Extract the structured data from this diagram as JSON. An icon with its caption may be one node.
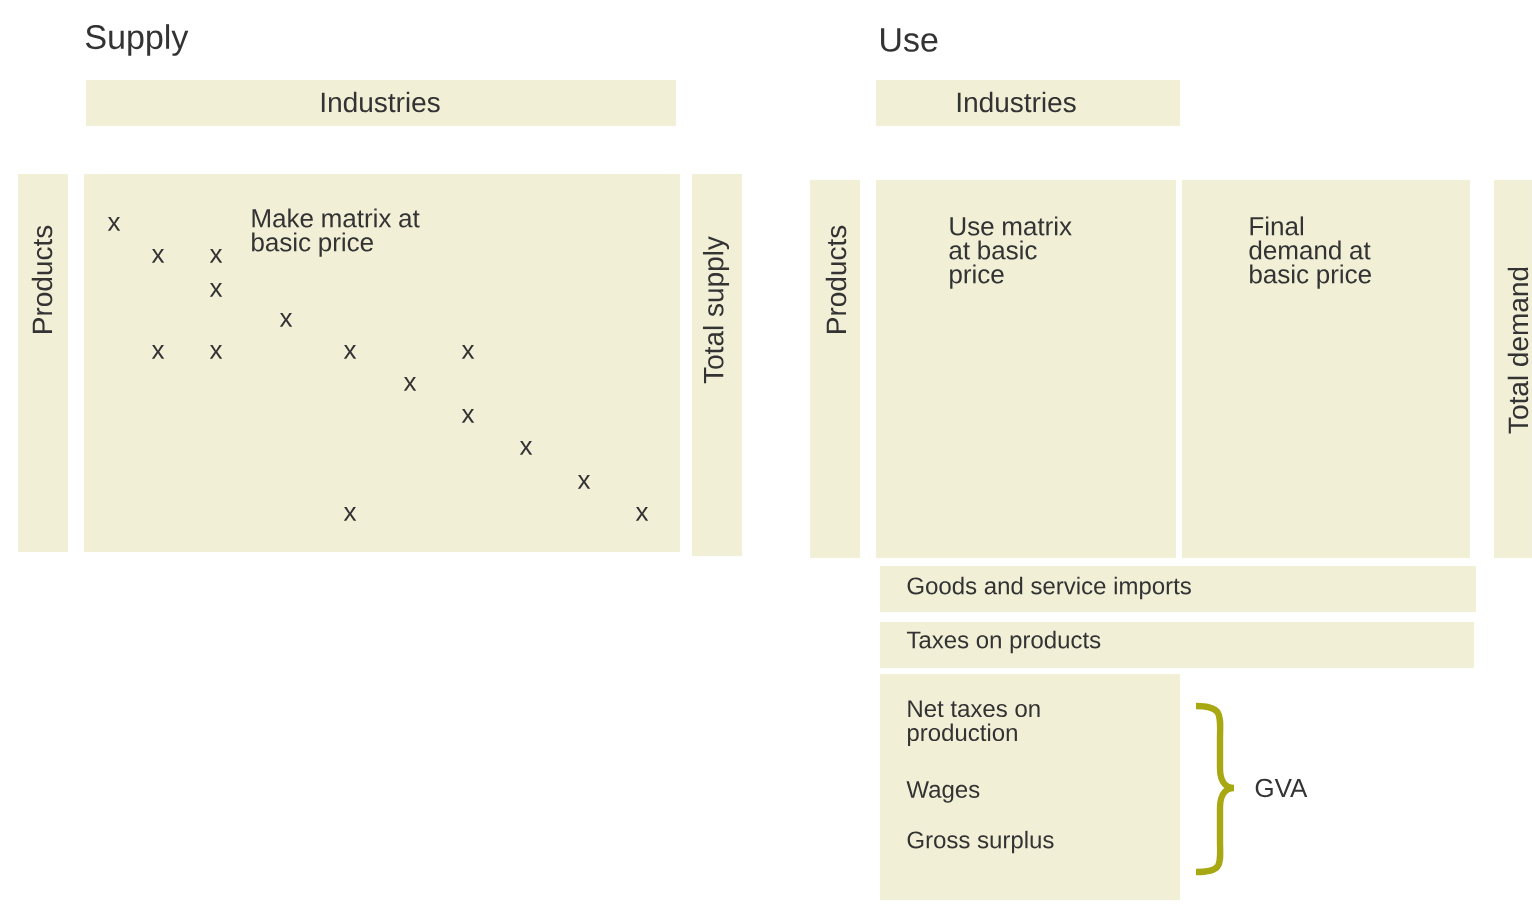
{
  "diagram": {
    "nodes": [
      {
        "text": [
          "Industries"
        ]
      },
      {
        "text": [
          "Products"
        ]
      },
      {
        "text": [
          "x",
          "Make matrix at basic price",
          "x",
          "x",
          "x",
          "x",
          "x",
          "x",
          "x",
          "x",
          "x",
          "x",
          "x",
          "x",
          "x",
          "x"
        ]
      },
      {
        "text": [
          "Total supply"
        ]
      },
      {
        "text": [
          "Industries"
        ]
      },
      {
        "text": [
          "Products"
        ]
      },
      {
        "text": [
          "Use matrix at basic price"
        ]
      },
      {
        "text": [
          "Final demand at basic price"
        ]
      },
      {
        "text": [
          "Total demand"
        ]
      },
      {
        "text": [
          "Goods and service imports"
        ]
      },
      {
        "text": [
          "Taxes on products"
        ]
      },
      {
        "text": [
          "Net taxes on production",
          "Wages",
          "Gross surplus"
        ]
      }
    ],
    "labels": [
      "Supply",
      "Use",
      "GVA"
    ]
  }
}
